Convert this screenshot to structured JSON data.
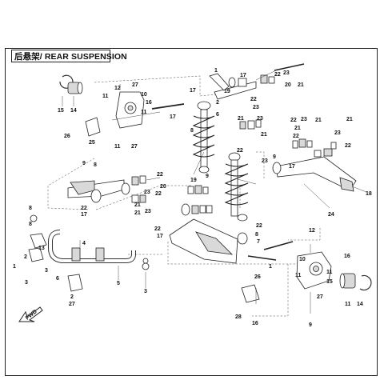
{
  "title": "后悬架/ REAR SUSPENSION",
  "direction_marker": "FWD",
  "callouts": [
    {
      "id": "c1",
      "text": "12"
    },
    {
      "id": "c2",
      "text": "27"
    },
    {
      "id": "c3",
      "text": "11"
    },
    {
      "id": "c4",
      "text": "10"
    },
    {
      "id": "c5",
      "text": "16"
    },
    {
      "id": "c6",
      "text": "11"
    },
    {
      "id": "c7",
      "text": "15"
    },
    {
      "id": "c8",
      "text": "14"
    },
    {
      "id": "c9",
      "text": "26"
    },
    {
      "id": "c10",
      "text": "25"
    },
    {
      "id": "c11",
      "text": "11"
    },
    {
      "id": "c12",
      "text": "27"
    },
    {
      "id": "c13",
      "text": "17"
    },
    {
      "id": "c14",
      "text": "1"
    },
    {
      "id": "c15",
      "text": "2"
    },
    {
      "id": "c16",
      "text": "6"
    },
    {
      "id": "c17",
      "text": "17"
    },
    {
      "id": "c18",
      "text": "22"
    },
    {
      "id": "c19",
      "text": "23"
    },
    {
      "id": "c20",
      "text": "21"
    },
    {
      "id": "c21",
      "text": "20"
    },
    {
      "id": "c22",
      "text": "22"
    },
    {
      "id": "c23",
      "text": "23"
    },
    {
      "id": "c24",
      "text": "21"
    },
    {
      "id": "c25",
      "text": "23"
    },
    {
      "id": "c26",
      "text": "21"
    },
    {
      "id": "c27",
      "text": "22"
    },
    {
      "id": "c28",
      "text": "23"
    },
    {
      "id": "c29",
      "text": "21"
    },
    {
      "id": "c30",
      "text": "22"
    },
    {
      "id": "c31",
      "text": "21"
    },
    {
      "id": "c32",
      "text": "23"
    },
    {
      "id": "c33",
      "text": "21"
    },
    {
      "id": "c34",
      "text": "22"
    },
    {
      "id": "c35",
      "text": "19"
    },
    {
      "id": "c36",
      "text": "17"
    },
    {
      "id": "c37",
      "text": "8"
    },
    {
      "id": "c38",
      "text": "22"
    },
    {
      "id": "c39",
      "text": "9"
    },
    {
      "id": "c40",
      "text": "23"
    },
    {
      "id": "c41",
      "text": "17"
    },
    {
      "id": "c42",
      "text": "18"
    },
    {
      "id": "c43",
      "text": "24"
    },
    {
      "id": "c44",
      "text": "9"
    },
    {
      "id": "c45",
      "text": "8"
    },
    {
      "id": "c46",
      "text": "22"
    },
    {
      "id": "c47",
      "text": "17"
    },
    {
      "id": "c48",
      "text": "22"
    },
    {
      "id": "c49",
      "text": "23"
    },
    {
      "id": "c50",
      "text": "21"
    },
    {
      "id": "c51",
      "text": "22"
    },
    {
      "id": "c52",
      "text": "23"
    },
    {
      "id": "c53",
      "text": "21"
    },
    {
      "id": "c54",
      "text": "20"
    },
    {
      "id": "c55",
      "text": "19"
    },
    {
      "id": "c56",
      "text": "9"
    },
    {
      "id": "c57",
      "text": "8"
    },
    {
      "id": "c58",
      "text": "22"
    },
    {
      "id": "c59",
      "text": "7"
    },
    {
      "id": "c60",
      "text": "8"
    },
    {
      "id": "c61",
      "text": "8"
    },
    {
      "id": "c62",
      "text": "22"
    },
    {
      "id": "c63",
      "text": "17"
    },
    {
      "id": "c64",
      "text": "1"
    },
    {
      "id": "c65",
      "text": "4"
    },
    {
      "id": "c66",
      "text": "5"
    },
    {
      "id": "c67",
      "text": "3"
    },
    {
      "id": "c68",
      "text": "2"
    },
    {
      "id": "c69",
      "text": "13"
    },
    {
      "id": "c70",
      "text": "1"
    },
    {
      "id": "c71",
      "text": "3"
    },
    {
      "id": "c72",
      "text": "3"
    },
    {
      "id": "c73",
      "text": "2"
    },
    {
      "id": "c74",
      "text": "6"
    },
    {
      "id": "c75",
      "text": "27"
    },
    {
      "id": "c76",
      "text": "12"
    },
    {
      "id": "c77",
      "text": "10"
    },
    {
      "id": "c78",
      "text": "16"
    },
    {
      "id": "c79",
      "text": "11"
    },
    {
      "id": "c80",
      "text": "11"
    },
    {
      "id": "c81",
      "text": "15"
    },
    {
      "id": "c82",
      "text": "14"
    },
    {
      "id": "c83",
      "text": "11"
    },
    {
      "id": "c84",
      "text": "27"
    },
    {
      "id": "c85",
      "text": "9"
    },
    {
      "id": "c86",
      "text": "26"
    },
    {
      "id": "c87",
      "text": "28"
    },
    {
      "id": "c88",
      "text": "16"
    }
  ]
}
